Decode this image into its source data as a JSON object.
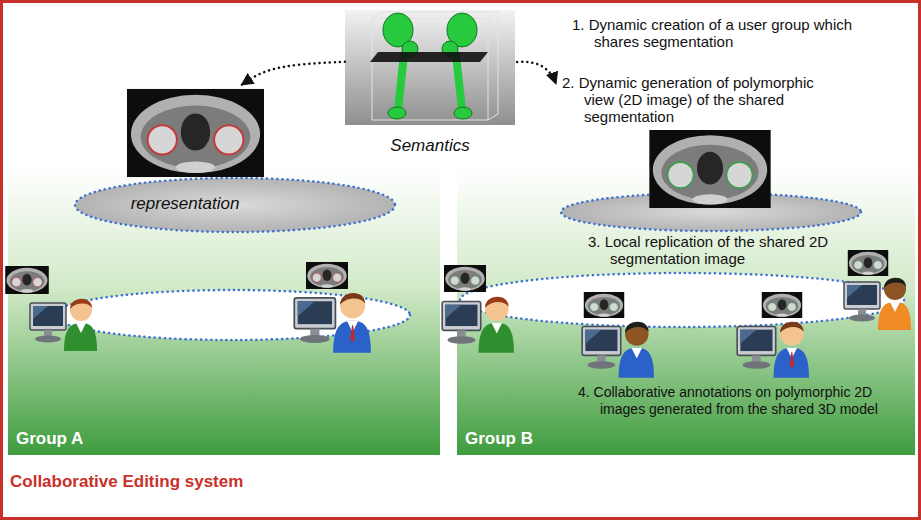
{
  "diagram": {
    "nodes": [
      {
        "text": [
          "Collaborative Editing system"
        ]
      },
      {
        "text": [
          "Semantics"
        ],
        "in": 0
      },
      {
        "text": [
          "Group A"
        ],
        "in": 0
      },
      {
        "text": [
          "representation"
        ],
        "in": 2
      },
      {
        "text": [
          "Group B"
        ],
        "in": 0
      }
    ],
    "edges": [
      {
        "from": 1,
        "to": 3,
        "arrow": "to"
      }
    ],
    "labels": [
      "1. Dynamic creation of a user group which shares segmentation",
      "2. Dynamic generation of polymorphic view (2D image) of the shared segmentation",
      "3. Local replication of the shared 2D segmentation image",
      "4. Collaborative annotations on polymorphic 2D images generated from the shared 3D model"
    ]
  }
}
